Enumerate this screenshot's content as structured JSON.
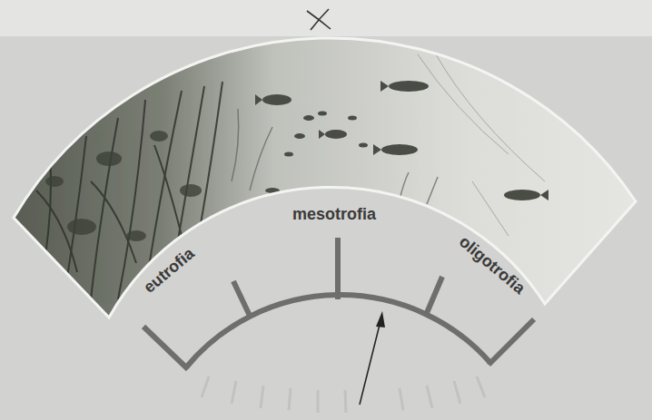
{
  "diagram": {
    "labels": [
      "eutrofia",
      "mesotrofia",
      "oligotrofia"
    ]
  }
}
